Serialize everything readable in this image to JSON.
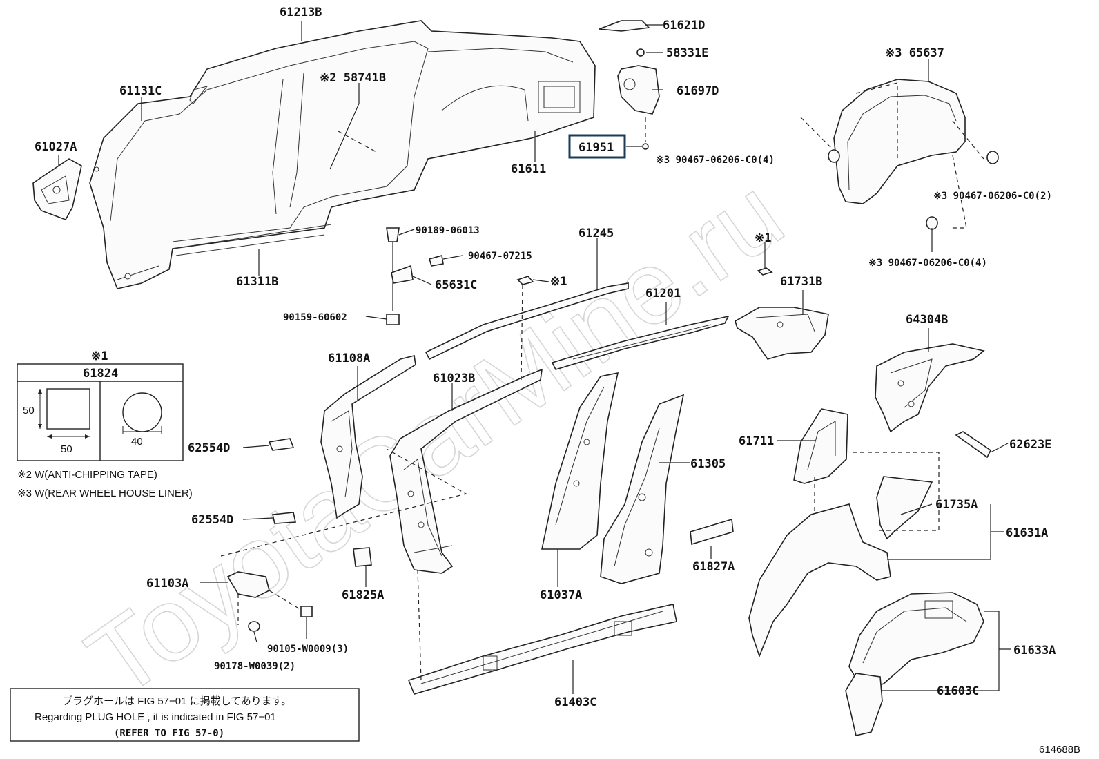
{
  "labels": {
    "p61213B": "61213B",
    "p61621D": "61621D",
    "p58331E": "58331E",
    "p61697D": "61697D",
    "p58741B": "※2 58741B",
    "p61131C": "61131C",
    "p61027A": "61027A",
    "p61611": "61611",
    "p61951": "61951",
    "p90467_4a": "※3 90467-06206-C0(4)",
    "p65637": "※3 65637",
    "p90467_2": "※3 90467-06206-C0(2)",
    "p90467_4b": "※3 90467-06206-C0(4)",
    "p61311B": "61311B",
    "p90189": "90189-06013",
    "p90467_07215": "90467-07215",
    "p65631C": "65631C",
    "p90159": "90159-60602",
    "p61245": "61245",
    "mark1a": "※1",
    "mark1b": "※1",
    "p61201": "61201",
    "p61731B": "61731B",
    "p64304B": "64304B",
    "p61108A": "61108A",
    "p61023B": "61023B",
    "p62554D_a": "62554D",
    "p62554D_b": "62554D",
    "p61711": "61711",
    "p61305": "61305",
    "p62623E": "62623E",
    "p61735A": "61735A",
    "p61631A": "61631A",
    "p61827A": "61827A",
    "p61825A": "61825A",
    "p61037A": "61037A",
    "p61103A": "61103A",
    "p90105": "90105-W0009(3)",
    "p90178": "90178-W0039(2)",
    "p61403C": "61403C",
    "p61633A": "61633A",
    "p61603C": "61603C"
  },
  "plug_table": {
    "mark": "※1",
    "part": "61824",
    "dim_height": "50",
    "dim_width": "50",
    "dim_diameter": "40"
  },
  "notes": {
    "note2": "※2 W(ANTI-CHIPPING TAPE)",
    "note3": "※3 W(REAR WHEEL HOUSE LINER)"
  },
  "info_box": {
    "line_jp": "プラグホールは FIG 57−01 に掲載してあります。",
    "line_en": "Regarding  PLUG  HOLE , it is indicated in FIG  57−01",
    "link": "(REFER TO FIG 57-0)"
  },
  "figure_code": "614688B",
  "watermark": "ToyotaCarMine.ru",
  "highlighted_part": "61951",
  "colors": {
    "line": "#222222",
    "highlight": "#1d3b55",
    "watermark": "#d6d6d6"
  }
}
